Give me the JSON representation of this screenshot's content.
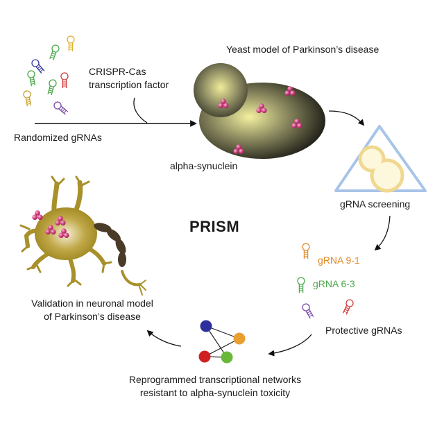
{
  "title": "PRISM",
  "labels": {
    "crispr": [
      "CRISPR-Cas",
      "transcription factor"
    ],
    "randomized": "Randomized gRNAs",
    "yeast_model": "Yeast model of Parkinson’s disease",
    "alpha_synuclein": "alpha-synuclein",
    "screening": "gRNA screening",
    "grna_9_1": "gRNA 9-1",
    "grna_6_3": "gRNA 6-3",
    "protective": "Protective gRNAs",
    "networks": [
      "Reprogrammed transcriptional networks",
      "resistant to alpha-synuclein toxicity"
    ],
    "validation": [
      "Validation in neuronal model",
      "of Parkinson’s disease"
    ]
  },
  "colors": {
    "grna_orange": "#e08a2a",
    "grna_green": "#4aa84a",
    "grna_red": "#d23a3a",
    "grna_purple": "#7a4aa8",
    "grna_blue": "#3a3aa0",
    "grna_yellow": "#e0b030",
    "node_blue": "#2e2e9e",
    "node_orange": "#e8a030",
    "node_red": "#d02020",
    "node_green": "#6ab83a",
    "triangle": "#a8c4e8",
    "yeast_outline": "#f0d890",
    "neuron": "#a8902a"
  }
}
